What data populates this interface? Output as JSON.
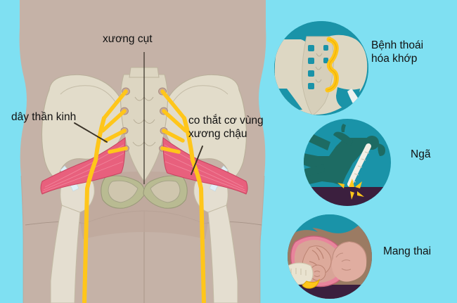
{
  "illustration": {
    "title": "Pelvic anatomy with sciatic nerve and piriformis muscle",
    "background_color": "#7fe0f2",
    "skin_color": "#c5b2a7",
    "bone_color": "#dfd9c6",
    "muscle_color": "#e8607d",
    "nerve_color": "#ffc61a",
    "circle_bg_color": "#1a93a8",
    "line_color": "#111111"
  },
  "labels": {
    "coccyx": "xương cụt",
    "nerve": "dây thần kinh",
    "pelvic_spasm": "co thắt cơ vùng\nxương chậu",
    "arthritis": "Bệnh thoái\nhóa khớp",
    "fall": "Ngã",
    "pregnancy": "Mang thai"
  },
  "callouts": [
    {
      "id": "arthritis",
      "label": "Bệnh thoái hóa khớp",
      "icon": "sacroiliac-joint-icon"
    },
    {
      "id": "fall",
      "label": "Ngã",
      "icon": "falling-person-icon"
    },
    {
      "id": "pregnancy",
      "label": "Mang thai",
      "icon": "pregnancy-fetus-icon"
    }
  ],
  "anatomy_parts": [
    {
      "name": "coccyx",
      "label": "xương cụt"
    },
    {
      "name": "sciatic-nerve",
      "label": "dây thần kinh"
    },
    {
      "name": "piriformis-muscle",
      "label": "co thắt cơ vùng xương chậu"
    }
  ]
}
